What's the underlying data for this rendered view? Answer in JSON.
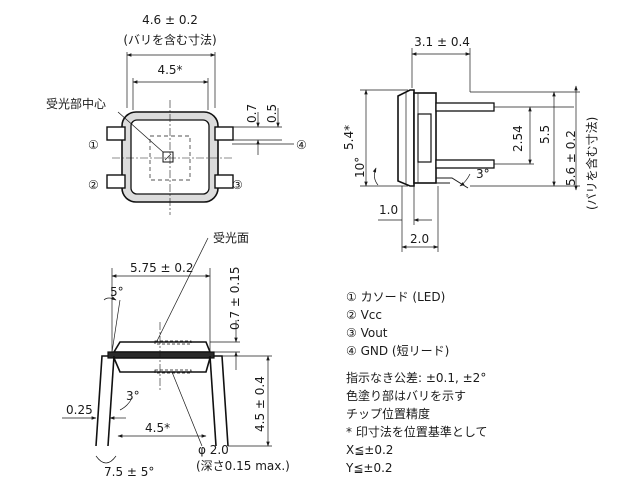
{
  "top_view": {
    "width_dim": "4.6 ± 0.2",
    "width_note": "(バリを含む寸法)",
    "lead_pitch_dim": "4.5*",
    "center_label": "受光部中心",
    "dim_07": "0.7",
    "dim_05": "0.5",
    "pin1": "①",
    "pin2": "②",
    "pin3": "③",
    "pin4": "④"
  },
  "side_view": {
    "top_dim": "3.1 ± 0.4",
    "height_dim": "5.4*",
    "pitch_dim": "2.54",
    "span_dim": "5.5",
    "full_dim": "5.6 ± 0.2",
    "full_note": "(バリを含む寸法)",
    "angle_10": "10°",
    "angle_3": "3°",
    "dim_10": "1.0",
    "dim_20": "2.0"
  },
  "front_view": {
    "face_label": "受光面",
    "width_dim": "5.75 ± 0.2",
    "angle_5": "5°",
    "dim_07": "0.7 ± 0.15",
    "angle_3": "3°",
    "dim_025": "0.25",
    "pitch_dim": "4.5*",
    "lead_dim": "4.5 ± 0.4",
    "phi": "φ 2.0",
    "phi_depth": "(深さ0.15 max.)",
    "bottom_dim": "7.5 ± 5°"
  },
  "notes": {
    "pins": [
      "① カソード (LED)",
      "② Vcc",
      "③ Vout",
      "④ GND (短リード)"
    ],
    "tolerance": "指示なき公差: ±0.1, ±2°",
    "burr": "色塗り部はバリを示す",
    "chip_title": "チップ位置精度",
    "chip_ref": "* 印寸法を位置基準として",
    "x_tol": "X≦±0.2",
    "y_tol": "Y≦±0.2"
  }
}
